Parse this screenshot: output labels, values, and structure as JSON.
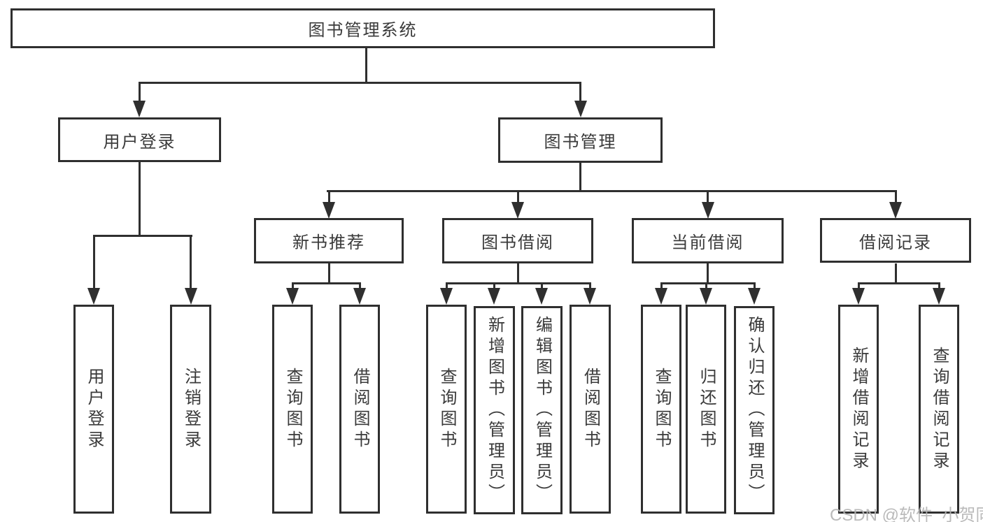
{
  "diagram": {
    "type": "hierarchy-tree",
    "root": {
      "label": "图书管理系统"
    },
    "level2": [
      {
        "label": "用户登录",
        "parent": "图书管理系统"
      },
      {
        "label": "图书管理",
        "parent": "图书管理系统"
      }
    ],
    "level3": [
      {
        "label": "新书推荐",
        "parent": "图书管理"
      },
      {
        "label": "图书借阅",
        "parent": "图书管理"
      },
      {
        "label": "当前借阅",
        "parent": "图书管理"
      },
      {
        "label": "借阅记录",
        "parent": "图书管理"
      }
    ],
    "leaves": [
      {
        "label": "用户登录",
        "parent": "用户登录"
      },
      {
        "label": "注销登录",
        "parent": "用户登录"
      },
      {
        "label": "查询图书",
        "parent": "新书推荐"
      },
      {
        "label": "借阅图书",
        "parent": "新书推荐"
      },
      {
        "label": "查询图书",
        "parent": "图书借阅"
      },
      {
        "label": "新增图书（管理员）",
        "parent": "图书借阅"
      },
      {
        "label": "编辑图书（管理员）",
        "parent": "图书借阅"
      },
      {
        "label": "借阅图书",
        "parent": "图书借阅"
      },
      {
        "label": "查询图书",
        "parent": "当前借阅"
      },
      {
        "label": "归还图书",
        "parent": "当前借阅"
      },
      {
        "label": "确认归还（管理员）",
        "parent": "当前借阅"
      },
      {
        "label": "新增借阅记录",
        "parent": "借阅记录"
      },
      {
        "label": "查询借阅记录",
        "parent": "借阅记录"
      }
    ]
  },
  "watermark": "CSDN @软件_小贺同学",
  "colors": {
    "line": "#2f2f2f",
    "text": "#3a3a3a",
    "watermark": "#b3b3b3",
    "background": "#ffffff"
  }
}
